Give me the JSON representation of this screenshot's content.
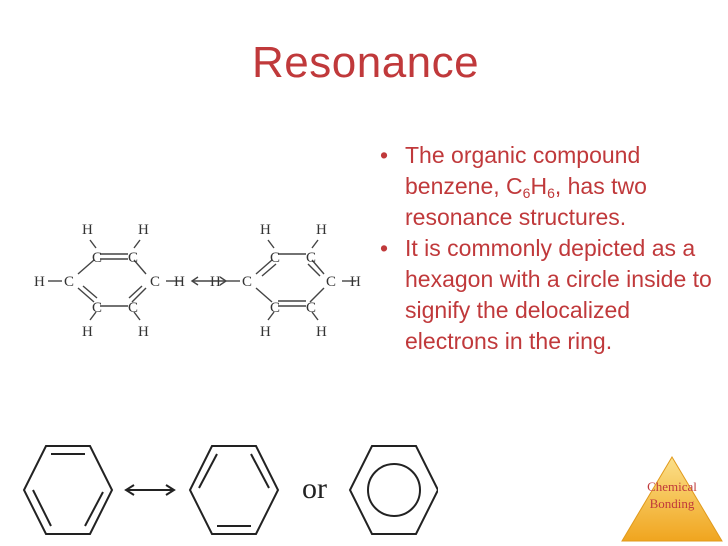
{
  "slide": {
    "title": "Resonance",
    "bullets": [
      {
        "pre": "The organic compound benzene, C",
        "sub1": "6",
        "mid": "H",
        "sub2": "6",
        "post": ", has two resonance structures."
      },
      {
        "text": "It is commonly depicted as a hexagon with a circle inside to signify the delocalized electrons in the ring."
      }
    ],
    "bullet_glyph": "•"
  },
  "figure": {
    "atom_h": "H",
    "atom_c": "C",
    "connector_word": "or"
  },
  "badge": {
    "line1": "Chemical",
    "line2": "Bonding",
    "color": "#f4b531"
  },
  "colors": {
    "accent": "#c0393b"
  }
}
